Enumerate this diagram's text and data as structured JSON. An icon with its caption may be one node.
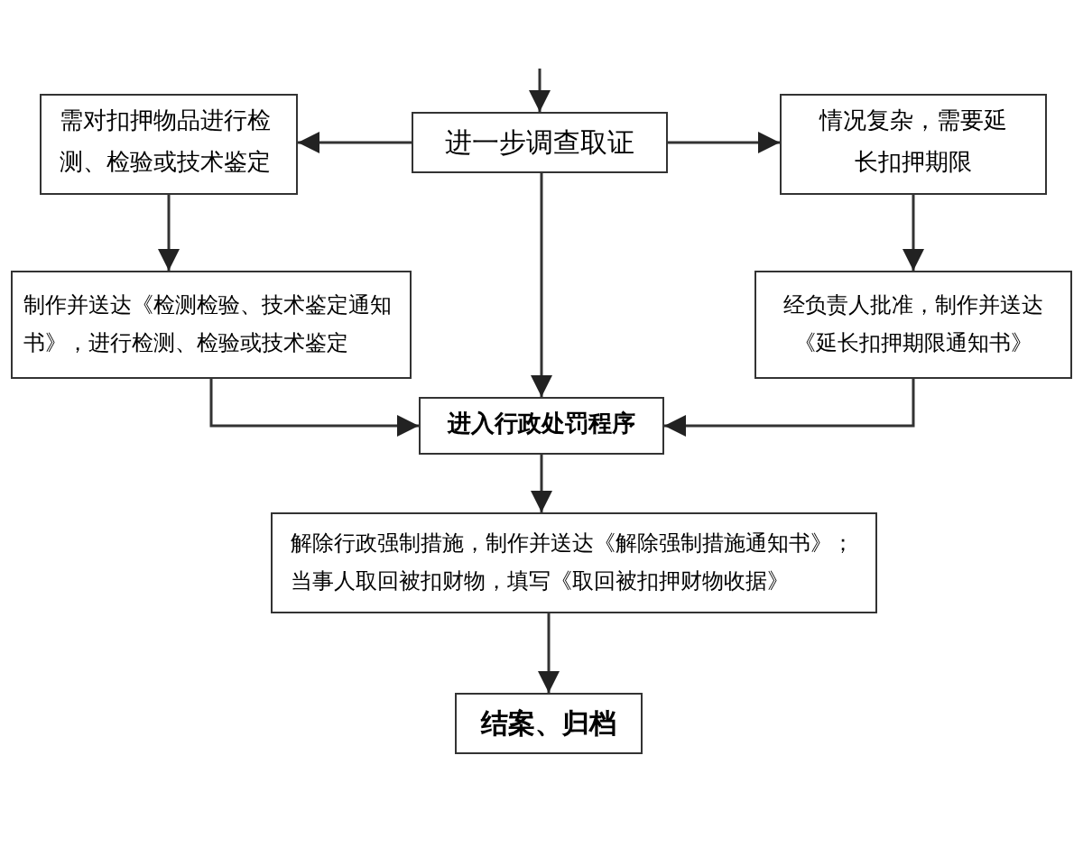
{
  "diagram": {
    "nodes": [
      {
        "text": [
          "进一步调查取证"
        ]
      },
      {
        "text": [
          "需对扣押物品进行检测、检验或技术鉴定"
        ]
      },
      {
        "text": [
          "情况复杂，需要延长扣押期限"
        ]
      },
      {
        "text": [
          "制作并送达《检测检验、技术鉴定通知书》，进行检测、检验或技术鉴定"
        ]
      },
      {
        "text": [
          "经负责人批准，制作并送达《延长扣押期限通知书》"
        ]
      },
      {
        "text": [
          "进入行政处罚程序"
        ]
      },
      {
        "text": [
          "解除行政强制措施，制作并送达《解除强制措施通知书》；当事人取回被扣财物，填写《取回被扣押财物收据》"
        ]
      },
      {
        "text": [
          "结案、归档"
        ]
      }
    ],
    "edges": [
      {
        "from": null,
        "to": 0,
        "arrow": "to"
      },
      {
        "from": 0,
        "to": 1,
        "arrow": "to"
      },
      {
        "from": 0,
        "to": 2,
        "arrow": "to"
      },
      {
        "from": 0,
        "to": 5,
        "arrow": "to"
      },
      {
        "from": 1,
        "to": 3,
        "arrow": "to"
      },
      {
        "from": 2,
        "to": 4,
        "arrow": "to"
      },
      {
        "from": 3,
        "to": 5,
        "arrow": "to"
      },
      {
        "from": 4,
        "to": 5,
        "arrow": "to"
      },
      {
        "from": 5,
        "to": 6,
        "arrow": "to"
      },
      {
        "from": 6,
        "to": 7,
        "arrow": "to"
      }
    ]
  }
}
